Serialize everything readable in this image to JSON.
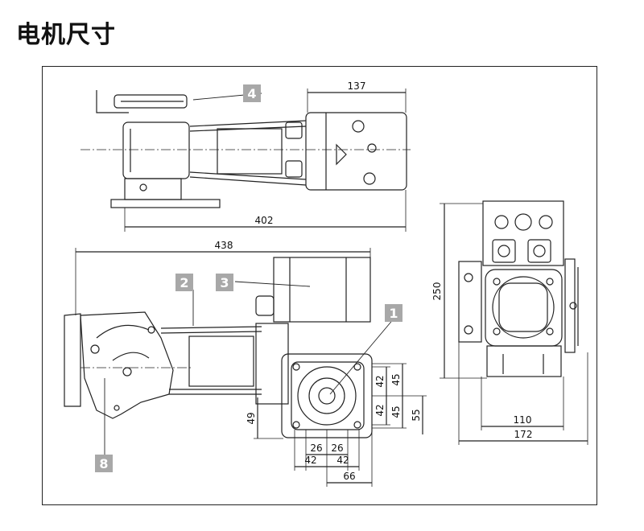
{
  "title": "电机尺寸",
  "callouts": {
    "c1": "1",
    "c2": "2",
    "c3": "3",
    "c4": "4",
    "c8": "8"
  },
  "dimensions": {
    "d137": "137",
    "d402": "402",
    "d438": "438",
    "d250": "250",
    "d110": "110",
    "d172": "172",
    "d49": "49",
    "d42a": "42",
    "d45a": "45",
    "d42b": "42",
    "d45b": "45",
    "d55": "55",
    "d26a": "26",
    "d26b": "26",
    "d42c": "42",
    "d42d": "42",
    "d66": "66"
  },
  "colors": {
    "badge": "#a8a8a8",
    "line": "#222222"
  }
}
